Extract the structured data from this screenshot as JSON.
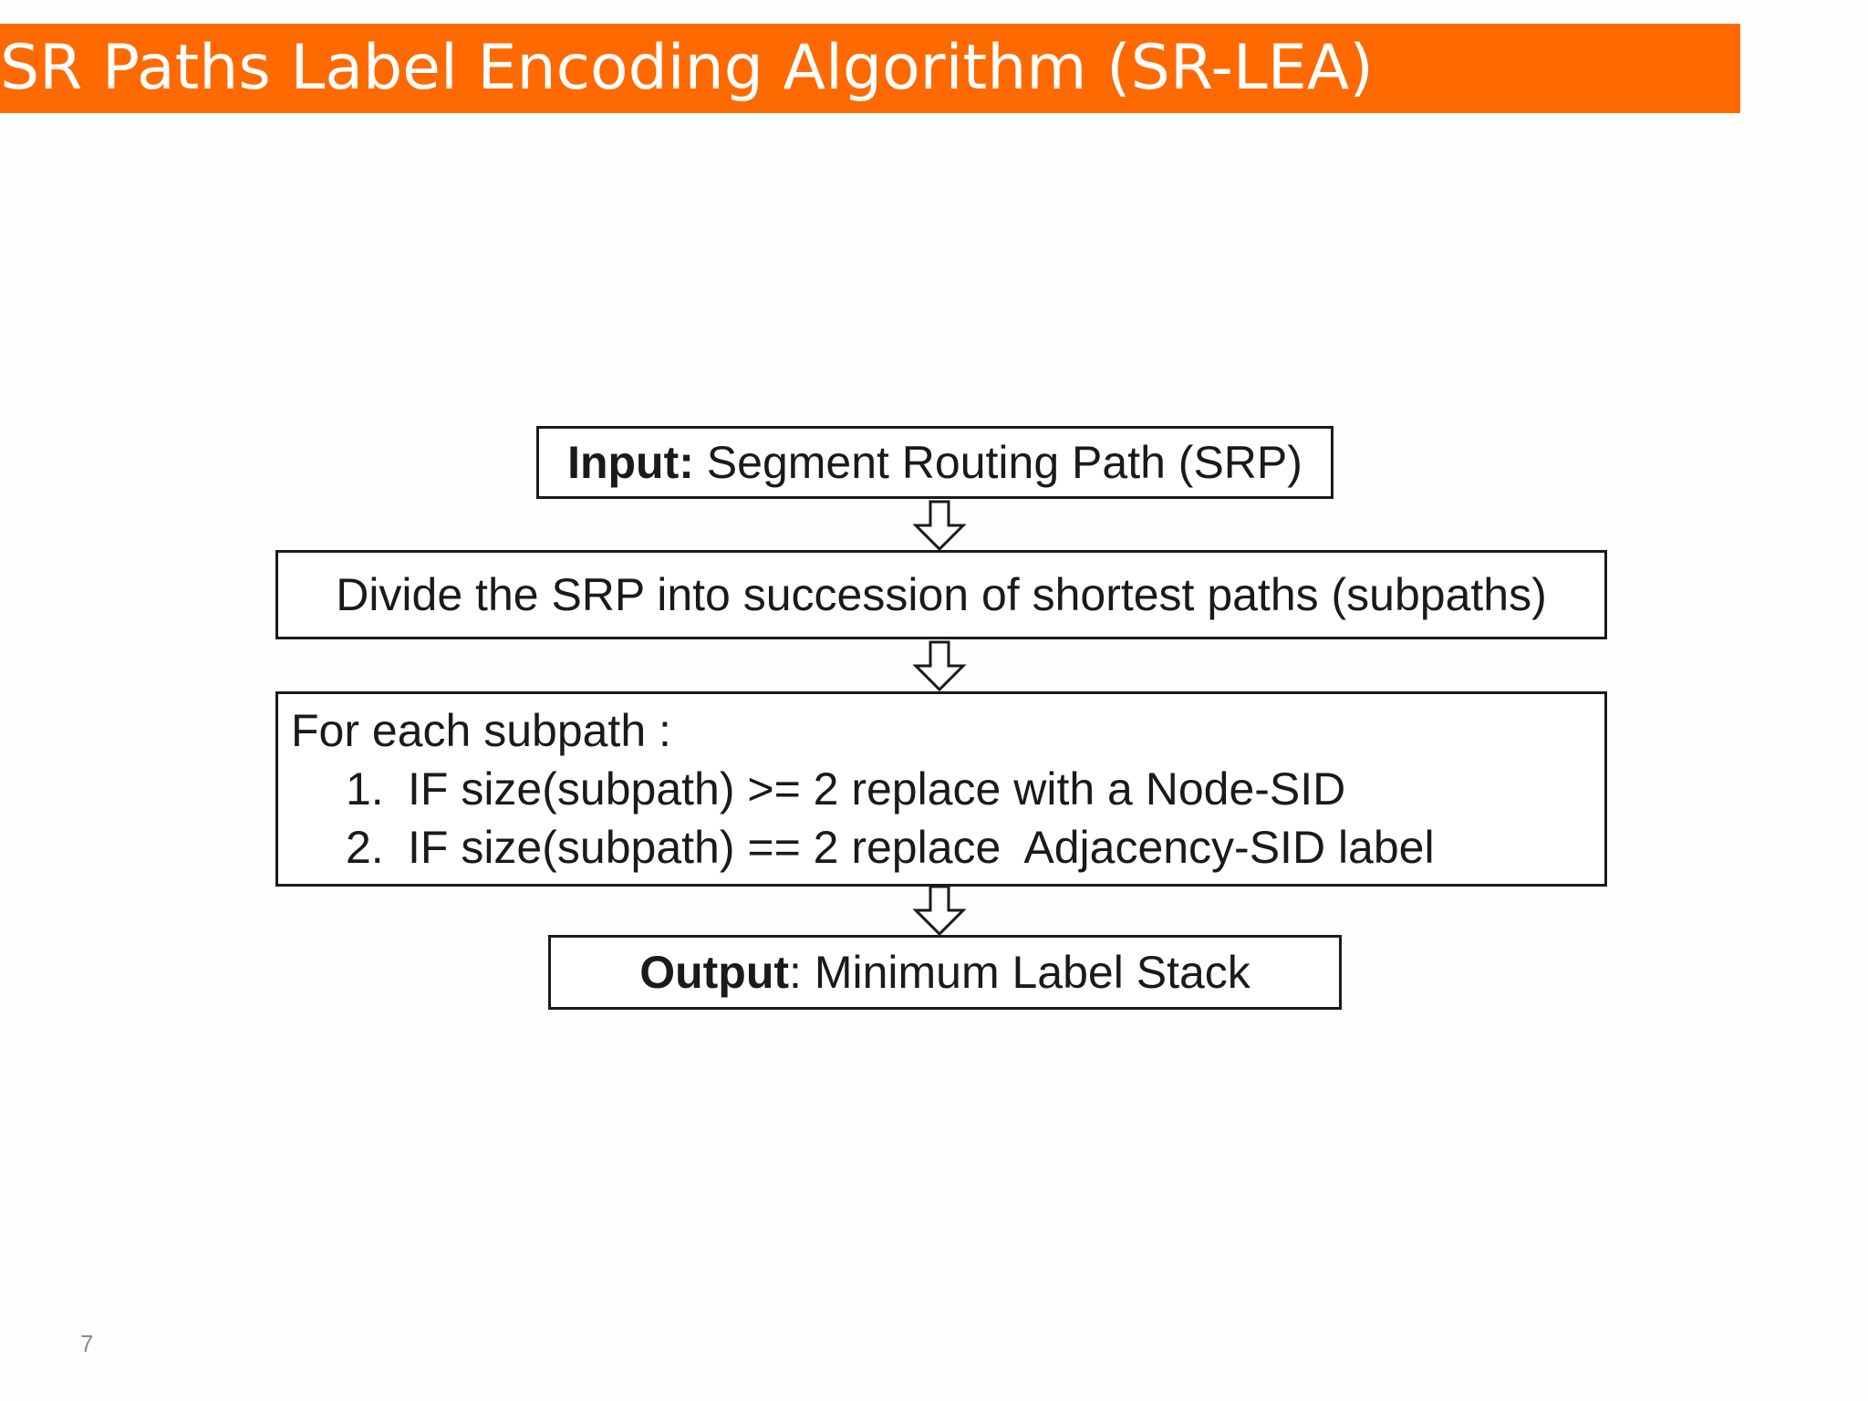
{
  "slide": {
    "title": "SR Paths Label Encoding Algorithm (SR-LEA)",
    "page_number": "7"
  },
  "colors": {
    "title_bar": "#ff6a00",
    "title_text": "#ffffff",
    "box_border": "#1a1a1a"
  },
  "flowchart": {
    "input": {
      "label": "Input:",
      "text": " Segment Routing Path (SRP)"
    },
    "divide": {
      "text": "Divide the SRP into succession of shortest paths (subpaths)"
    },
    "for_each": {
      "header": "For each subpath :",
      "steps": [
        {
          "number": "1.",
          "text": "IF size(subpath) >= 2 replace with a Node-SID"
        },
        {
          "number": "2.",
          "text": "IF size(subpath) == 2 replace  Adjacency-SID label"
        }
      ]
    },
    "output": {
      "label": "Output",
      "text": ": Minimum Label Stack"
    },
    "arrow_icon": "hollow-down-arrow-icon"
  }
}
